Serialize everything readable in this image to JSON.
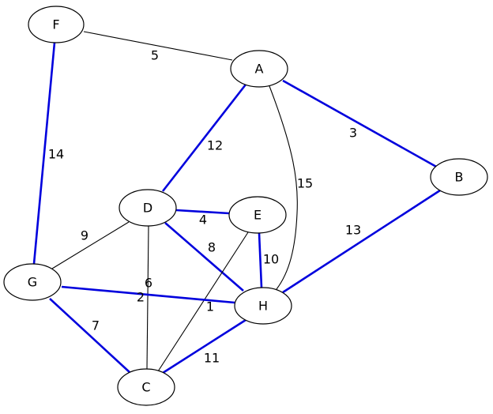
{
  "graph": {
    "colors": {
      "plain_edge": "#000000",
      "highlight_edge": "#0000dd",
      "node_stroke": "#000000",
      "background": "#ffffff"
    },
    "nodes": [
      {
        "id": "F",
        "label": "F"
      },
      {
        "id": "A",
        "label": "A"
      },
      {
        "id": "B",
        "label": "B"
      },
      {
        "id": "D",
        "label": "D"
      },
      {
        "id": "E",
        "label": "E"
      },
      {
        "id": "G",
        "label": "G"
      },
      {
        "id": "H",
        "label": "H"
      },
      {
        "id": "C",
        "label": "C"
      }
    ],
    "edges": [
      {
        "id": "F-A",
        "from": "F",
        "to": "A",
        "weight": "5",
        "highlighted": false
      },
      {
        "id": "A-B",
        "from": "A",
        "to": "B",
        "weight": "3",
        "highlighted": true
      },
      {
        "id": "F-G",
        "from": "F",
        "to": "G",
        "weight": "14",
        "highlighted": true
      },
      {
        "id": "A-D",
        "from": "A",
        "to": "D",
        "weight": "12",
        "highlighted": true
      },
      {
        "id": "A-H",
        "from": "A",
        "to": "H",
        "weight": "15",
        "highlighted": false
      },
      {
        "id": "B-H",
        "from": "B",
        "to": "H",
        "weight": "13",
        "highlighted": true
      },
      {
        "id": "D-E",
        "from": "D",
        "to": "E",
        "weight": "4",
        "highlighted": true
      },
      {
        "id": "D-G",
        "from": "D",
        "to": "G",
        "weight": "9",
        "highlighted": false
      },
      {
        "id": "D-H",
        "from": "D",
        "to": "H",
        "weight": "8",
        "highlighted": true
      },
      {
        "id": "D-C",
        "from": "D",
        "to": "C",
        "weight": "6",
        "highlighted": false
      },
      {
        "id": "E-H",
        "from": "E",
        "to": "H",
        "weight": "10",
        "highlighted": true
      },
      {
        "id": "E-C",
        "from": "E",
        "to": "C",
        "weight": "1",
        "highlighted": false
      },
      {
        "id": "G-H",
        "from": "G",
        "to": "H",
        "weight": "2",
        "highlighted": true
      },
      {
        "id": "G-C",
        "from": "G",
        "to": "C",
        "weight": "7",
        "highlighted": true
      },
      {
        "id": "H-C",
        "from": "H",
        "to": "C",
        "weight": "11",
        "highlighted": true
      }
    ]
  }
}
